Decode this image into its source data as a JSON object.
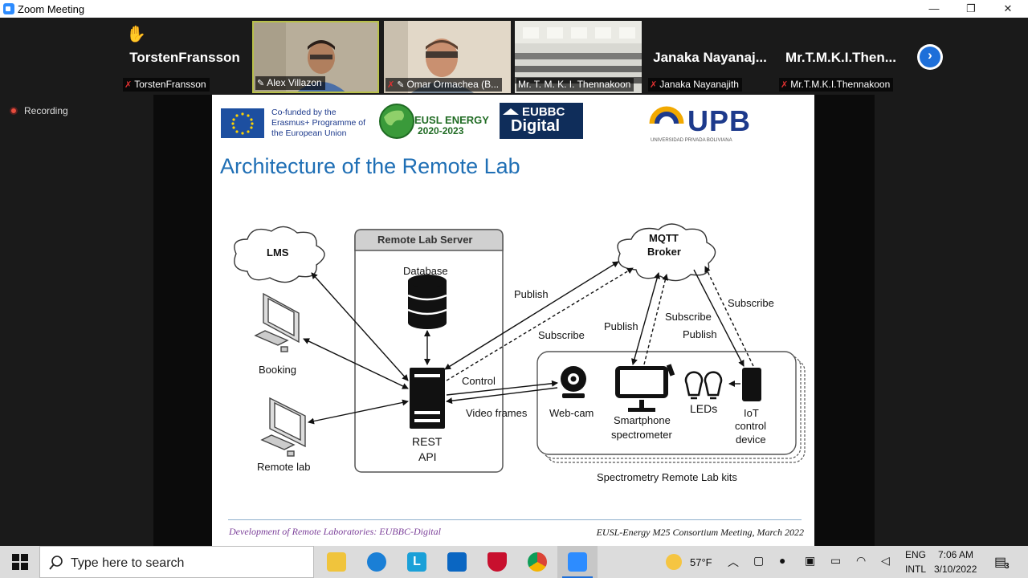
{
  "window": {
    "title": "Zoom Meeting",
    "minimize": "—",
    "restore": "❐",
    "close": "✕"
  },
  "participants": [
    {
      "big_name": "TorstenFransson",
      "caption": "TorstenFransson",
      "muted": true,
      "hand_raised": true
    },
    {
      "big_name": "",
      "caption": "Alex Villazon",
      "muted": false,
      "pinned": true
    },
    {
      "big_name": "",
      "caption": "Omar Ormachea (B...",
      "muted": true,
      "pinned": true
    },
    {
      "big_name": "",
      "caption": "Mr. T. M. K. I. Thennakoon",
      "muted": false
    },
    {
      "big_name": "Janaka  Nayanaj...",
      "caption": "Janaka Nayanajith",
      "muted": true
    },
    {
      "big_name": "Mr.T.M.K.I.Then...",
      "caption": "Mr.T.M.K.I.Thennakoon",
      "muted": true
    }
  ],
  "recording_label": "Recording",
  "slide": {
    "logos": {
      "eu_text": "Co-funded by the Erasmus+ Programme of the European Union",
      "eusl_name": "EUSL ENERGY",
      "eusl_years": "2020-2023",
      "eubbc_top": "EUBBC",
      "eubbc_bottom": "Digital",
      "upb_name": "UPB",
      "upb_sub": "UNIVERSIDAD PRIVADA BOLIVIANA"
    },
    "title": "Architecture of the Remote Lab",
    "diagram": {
      "lms": "LMS",
      "server_title": "Remote Lab Server",
      "database": "Database",
      "rest_api_1": "REST",
      "rest_api_2": "API",
      "booking": "Booking",
      "remote_lab": "Remote lab",
      "mqtt_1": "MQTT",
      "mqtt_2": "Broker",
      "publish_left": "Publish",
      "subscribe_left": "Subscribe",
      "publish_mid": "Publish",
      "subscribe_mid": "Subscribe",
      "publish_right": "Publish",
      "subscribe_right": "Subscribe",
      "control": "Control",
      "video_frames": "Video frames",
      "webcam": "Web-cam",
      "smartphone_1": "Smartphone",
      "smartphone_2": "spectrometer",
      "leds": "LEDs",
      "iot_1": "IoT",
      "iot_2": "control",
      "iot_3": "device",
      "kits": "Spectrometry Remote Lab kits"
    },
    "footer_left": "Development of Remote Laboratories: EUBBC-Digital",
    "footer_right": "EUSL-Energy M25 Consortium Meeting, March 2022"
  },
  "taskbar": {
    "search_placeholder": "Type here to search",
    "weather": "57°F",
    "lang_1": "ENG",
    "lang_2": "INTL",
    "time": "7:06 AM",
    "date": "3/10/2022",
    "notif_count": "3"
  }
}
